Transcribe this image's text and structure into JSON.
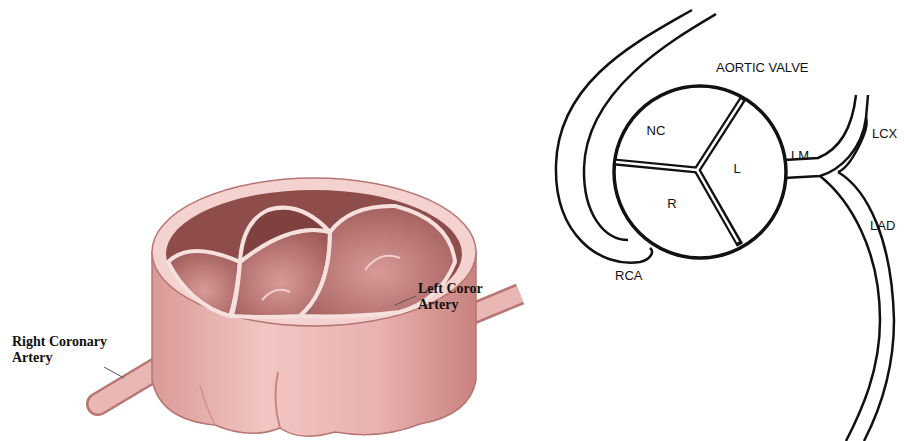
{
  "diagram": {
    "nodes": [
      {
        "text": [
          "NC"
        ]
      },
      {
        "text": [
          "R"
        ]
      },
      {
        "text": [
          "L"
        ]
      }
    ],
    "labels": [
      "Right Coronary Artery",
      "Left Coror Artery",
      "AORTIC VALVE",
      "RCA",
      "LM",
      "LCX",
      "LAD"
    ]
  }
}
